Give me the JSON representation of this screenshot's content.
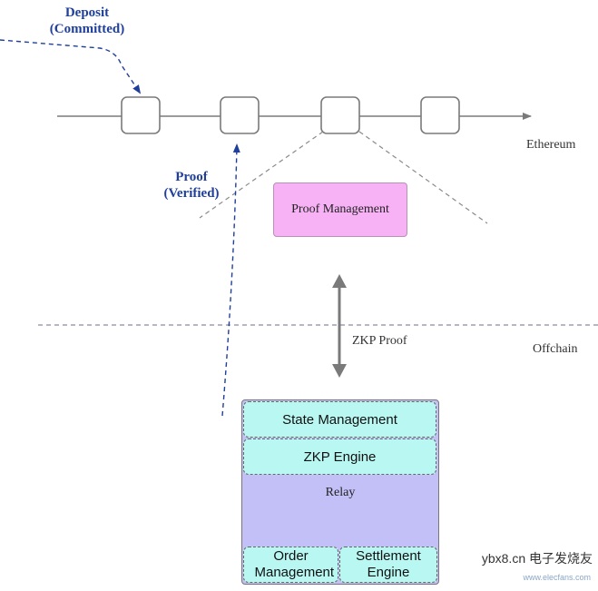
{
  "labels": {
    "deposit": "Deposit",
    "committed": "(Committed)",
    "proof": "Proof",
    "verified": "(Verified)",
    "ethereum": "Ethereum",
    "offchain": "Offchain",
    "zkp_proof": "ZKP Proof"
  },
  "proof_management": {
    "label": "Proof Management",
    "color": "#f7b2f5"
  },
  "stack": {
    "state_management": "State Management",
    "zkp_engine": "ZKP Engine",
    "relay": "Relay",
    "order_management": "Order Management",
    "settlement_engine": "Settlement Engine",
    "layer_color": "#b9f7f2",
    "relay_color": "#c3c0f7"
  },
  "watermark": {
    "text": "ybx8.cn 电子发烧友",
    "sub": "www.elecfans.com"
  },
  "colors": {
    "accent_blue": "#1f3f9a",
    "line_gray": "#7a7a7a"
  }
}
